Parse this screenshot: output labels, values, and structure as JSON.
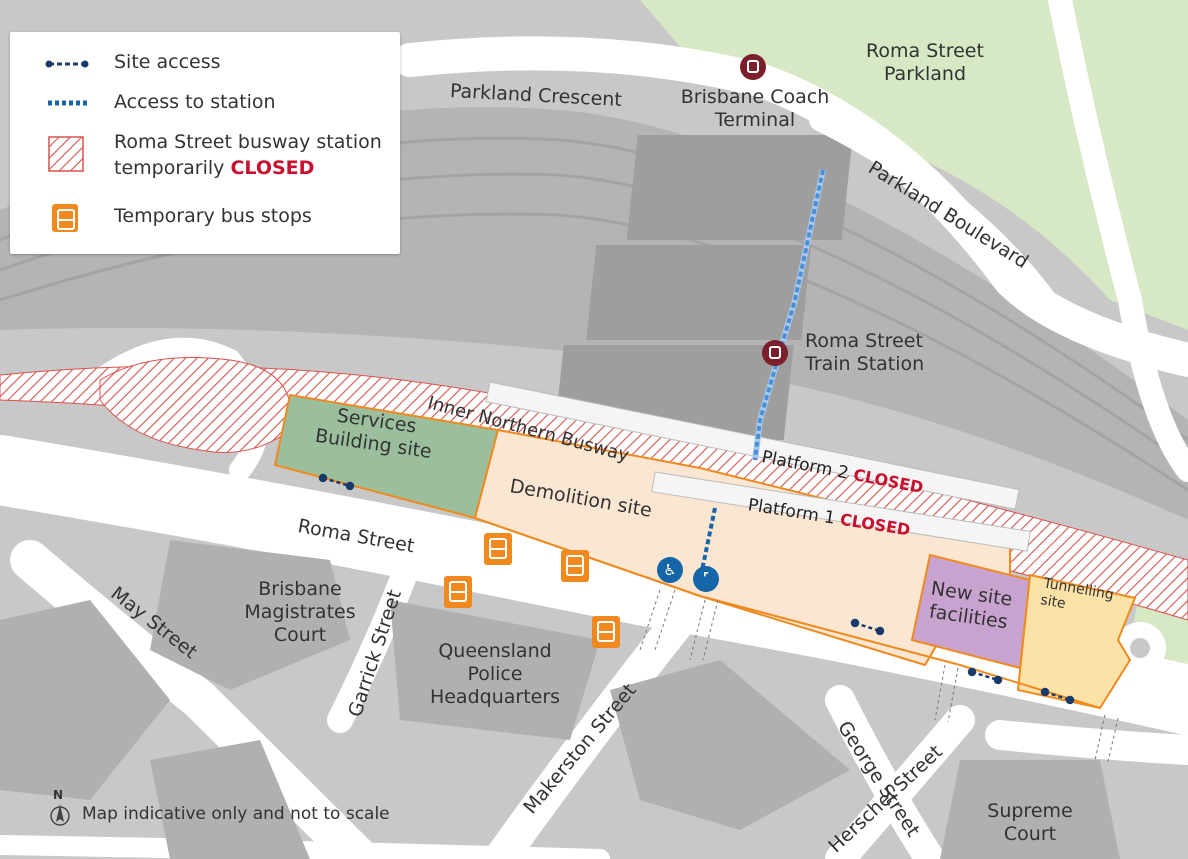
{
  "legend": {
    "site_access": "Site access",
    "access_to_station": "Access to station",
    "busway_closed_line1": "Roma Street busway station",
    "busway_closed_line2": "temporarily",
    "closed_word": "CLOSED",
    "temp_bus_stops": "Temporary bus stops"
  },
  "labels": {
    "parkland_crescent": "Parkland Crescent",
    "coach_line1": "Brisbane Coach",
    "coach_line2": "Terminal",
    "parkland_line1": "Roma Street",
    "parkland_line2": "Parkland",
    "parkland_boulevard": "Parkland Boulevard",
    "train_line1": "Roma Street",
    "train_line2": "Train Station",
    "inner_northern_busway": "Inner Northern Busway",
    "platform2": "Platform 2",
    "platform1": "Platform 1",
    "closed": "CLOSED",
    "services_line1": "Services",
    "services_line2": "Building site",
    "demolition": "Demolition site",
    "new_site_line1": "New site",
    "new_site_line2": "facilities",
    "tunnelling_line1": "Tunnelling",
    "tunnelling_line2": "site",
    "roma_street": "Roma Street",
    "may_street": "May Street",
    "garrick_street": "Garrick Street",
    "magistrates_line1": "Brisbane",
    "magistrates_line2": "Magistrates",
    "magistrates_line3": "Court",
    "police_line1": "Queensland",
    "police_line2": "Police",
    "police_line3": "Headquarters",
    "makerston_street": "Makerston Street",
    "george_street": "George Street",
    "herschel_street": "Herschel Street",
    "supreme_line1": "Supreme",
    "supreme_line2": "Court",
    "north": "N",
    "disclaimer": "Map indicative only and not to scale"
  },
  "colors": {
    "background": "#c8c8c8",
    "road": "#ffffff",
    "park": "#d6e8c4",
    "services_site": "#9bbf9c",
    "demolition_site": "#fbe6d2",
    "new_site": "#c9a3cf",
    "tunnelling_site": "#fbe3a8",
    "site_outline": "#f08a1e",
    "closed": "#c8102e",
    "bus_stop": "#f08a1e",
    "site_access": "#1a3a6b",
    "station_access": "#4a90d9",
    "station_icon": "#7a1f2b",
    "accessibility_icon": "#1565a8"
  },
  "icons": [
    "bus-stop-icon",
    "train-station-icon",
    "coach-terminal-icon",
    "wheelchair-icon",
    "stairs-icon",
    "north-arrow-icon"
  ]
}
